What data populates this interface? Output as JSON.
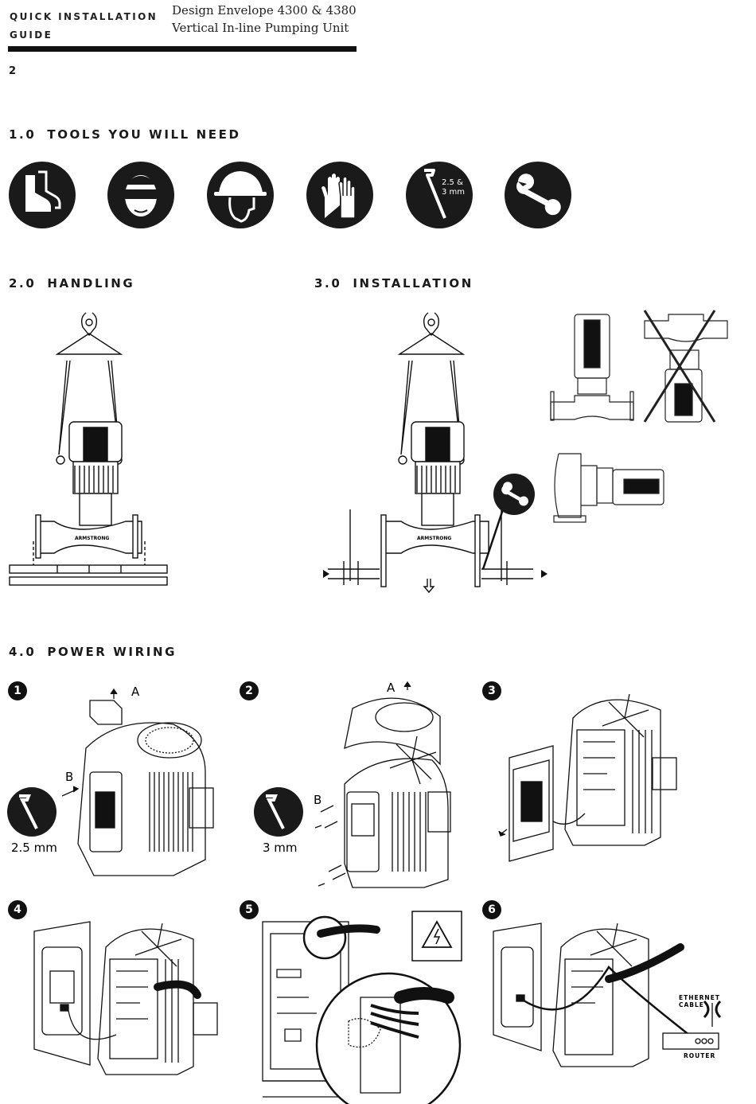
{
  "header": {
    "guide_line1": "QUICK INSTALLATION",
    "guide_line2": "GUIDE",
    "title_line1": "Design Envelope 4300 & 4380",
    "title_line2": "Vertical In-line Pumping Unit",
    "page_number": "2"
  },
  "sections": {
    "tools": {
      "num": "1.0",
      "title": "TOOLS YOU WILL NEED"
    },
    "handling": {
      "num": "2.0",
      "title": "HANDLING"
    },
    "installation": {
      "num": "3.0",
      "title": "INSTALLATION"
    },
    "wiring": {
      "num": "4.0",
      "title": "POWER WIRING"
    }
  },
  "tools": [
    {
      "icon": "safety-boots-icon"
    },
    {
      "icon": "safety-glasses-icon"
    },
    {
      "icon": "hard-hat-icon"
    },
    {
      "icon": "gloves-icon"
    },
    {
      "icon": "allen-key-icon",
      "label_line1": "2.5 &",
      "label_line2": "3 mm"
    },
    {
      "icon": "wrench-icon"
    }
  ],
  "steps": [
    {
      "num": "1",
      "label_a": "A",
      "label_b": "B",
      "tool_size": "2.5 mm"
    },
    {
      "num": "2",
      "label_a": "A",
      "label_b": "B",
      "tool_size": "3 mm"
    },
    {
      "num": "3"
    },
    {
      "num": "4"
    },
    {
      "num": "5"
    },
    {
      "num": "6",
      "ethernet_line1": "ETHERNET",
      "ethernet_line2": "CABLE",
      "router": "ROUTER"
    }
  ],
  "pump_brand": "ARMSTRONG"
}
